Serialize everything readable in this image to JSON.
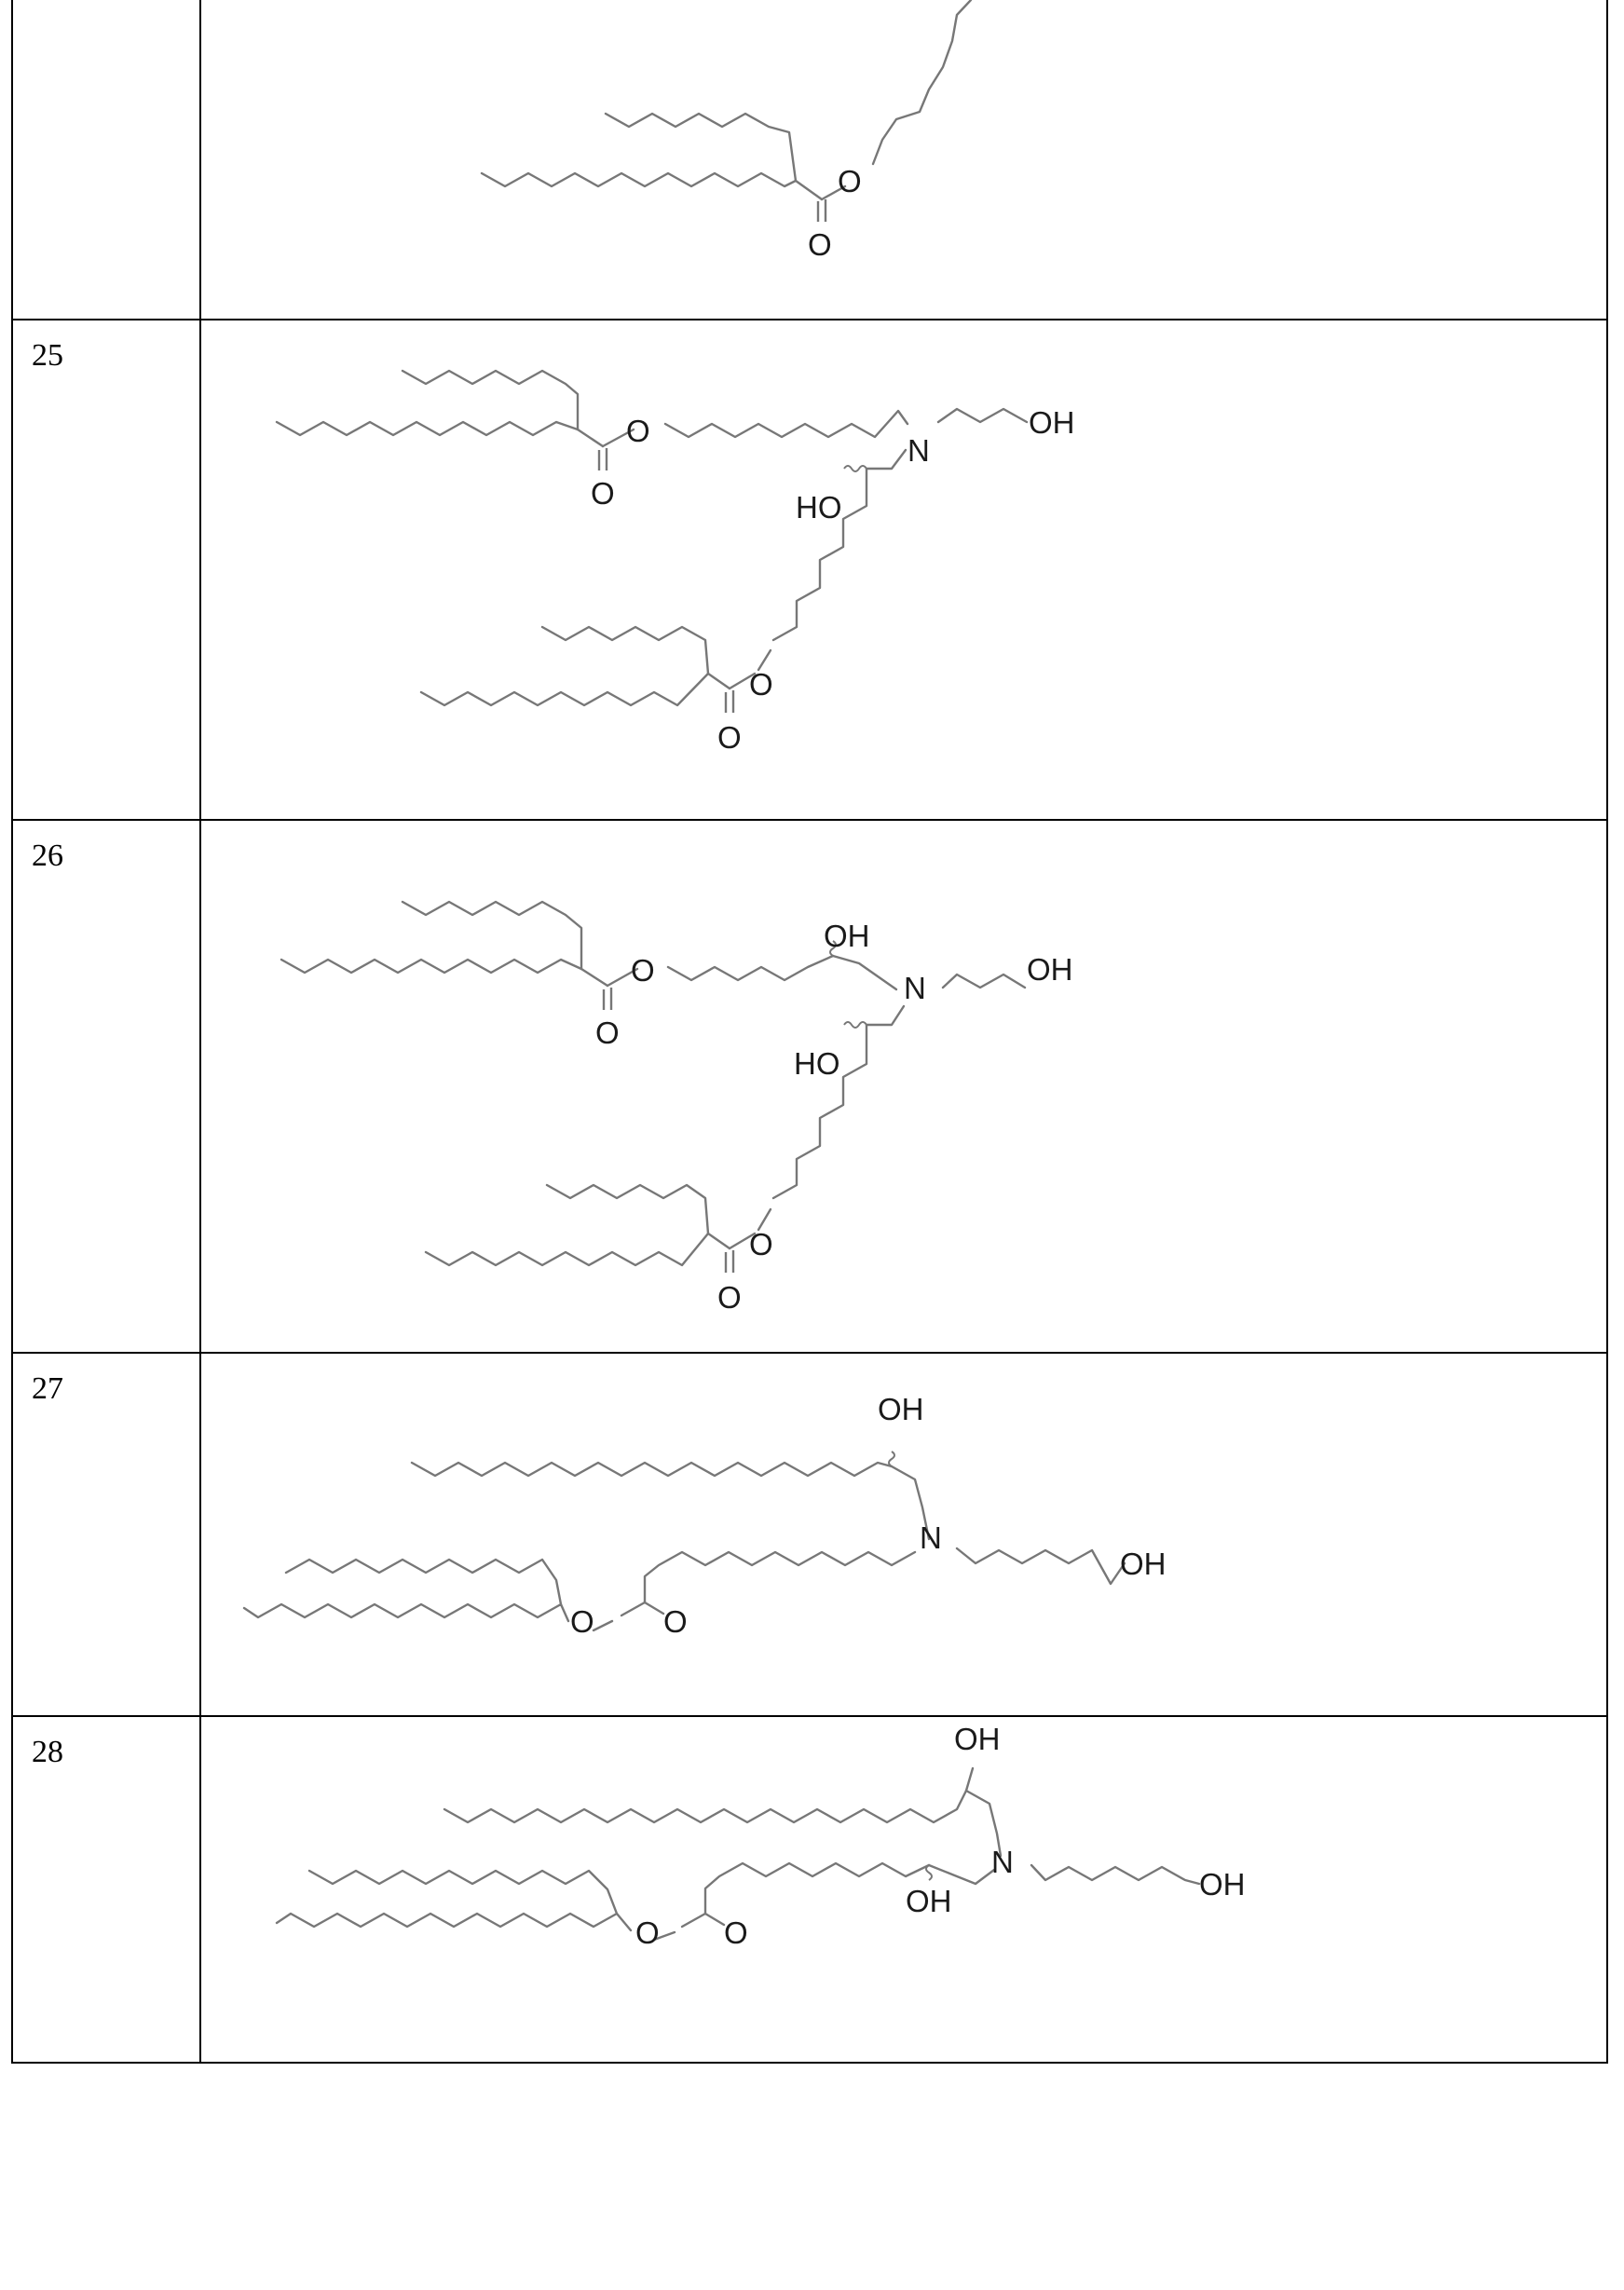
{
  "rows": [
    {
      "id": "",
      "labels": {
        "o": "O",
        "o2": "O"
      }
    },
    {
      "id": "25",
      "labels": {
        "o1": "O",
        "o2": "O",
        "n": "N",
        "oh": "OH",
        "ho": "HO",
        "o3": "O",
        "o4": "O"
      }
    },
    {
      "id": "26",
      "labels": {
        "o1": "O",
        "o2": "O",
        "oh1": "OH",
        "n": "N",
        "oh2": "OH",
        "ho": "HO",
        "o3": "O",
        "o4": "O"
      }
    },
    {
      "id": "27",
      "labels": {
        "oh1": "OH",
        "n": "N",
        "oh2": "OH",
        "o1": "O",
        "o2": "O"
      }
    },
    {
      "id": "28",
      "labels": {
        "oh1": "OH",
        "n": "N",
        "oh2": "OH",
        "oh3": "OH",
        "o1": "O",
        "o2": "O"
      }
    }
  ],
  "colors": {
    "line": "#000000",
    "bond": "#777777"
  }
}
